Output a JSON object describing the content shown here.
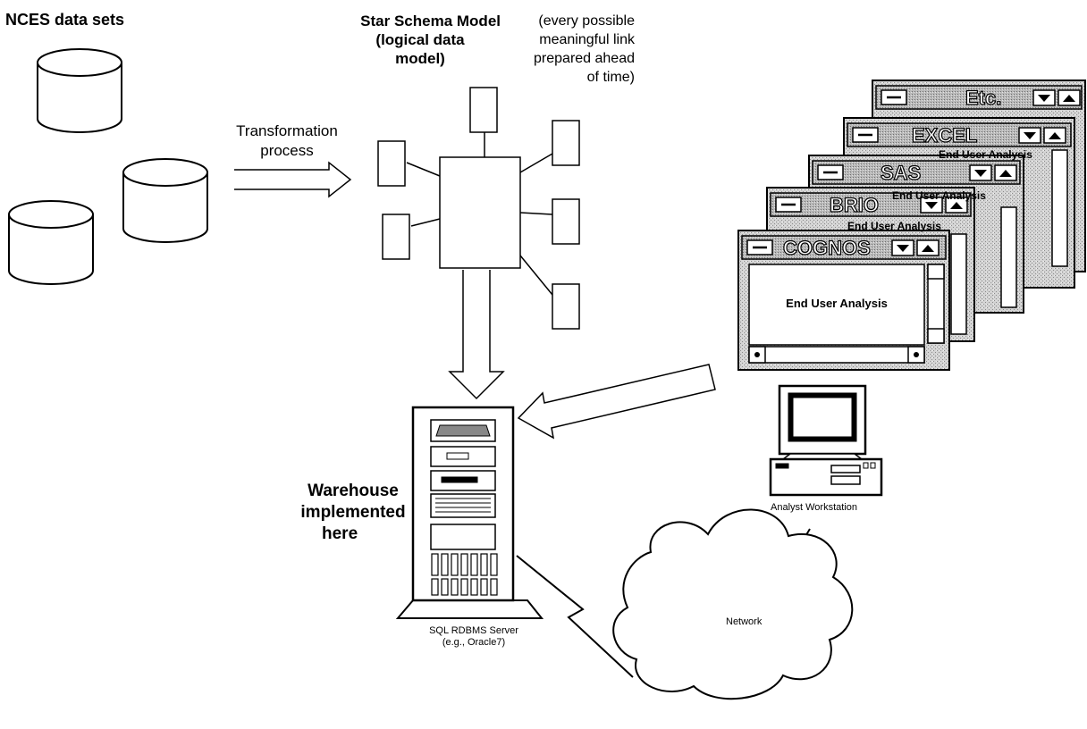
{
  "sources": {
    "title": "NCES data sets"
  },
  "transformation": {
    "label_line1": "Transformation",
    "label_line2": "process"
  },
  "schema": {
    "title_line1": "Star Schema Model",
    "title_line2": "(logical data",
    "title_line3": "model)",
    "note_line1": "(every possible",
    "note_line2": "meaningful link",
    "note_line3": "prepared ahead",
    "note_line4": "of time)"
  },
  "warehouse": {
    "line1": "Warehouse",
    "line2": "implemented",
    "line3": "here"
  },
  "server": {
    "line1": "SQL RDBMS Server",
    "line2": "(e.g., Oracle7)"
  },
  "network": {
    "label": "Network"
  },
  "workstation": {
    "label": "Analyst Workstation"
  },
  "tools": {
    "windows": [
      {
        "title": "Etc.",
        "content": ""
      },
      {
        "title": "EXCEL",
        "content": "End User Analysis"
      },
      {
        "title": "SAS",
        "content": "End User Analysis"
      },
      {
        "title": "BRIO",
        "content": "End User Analysis"
      },
      {
        "title": "COGNOS",
        "content": "End User Analysis"
      }
    ],
    "front_content": "End User Analysis"
  }
}
